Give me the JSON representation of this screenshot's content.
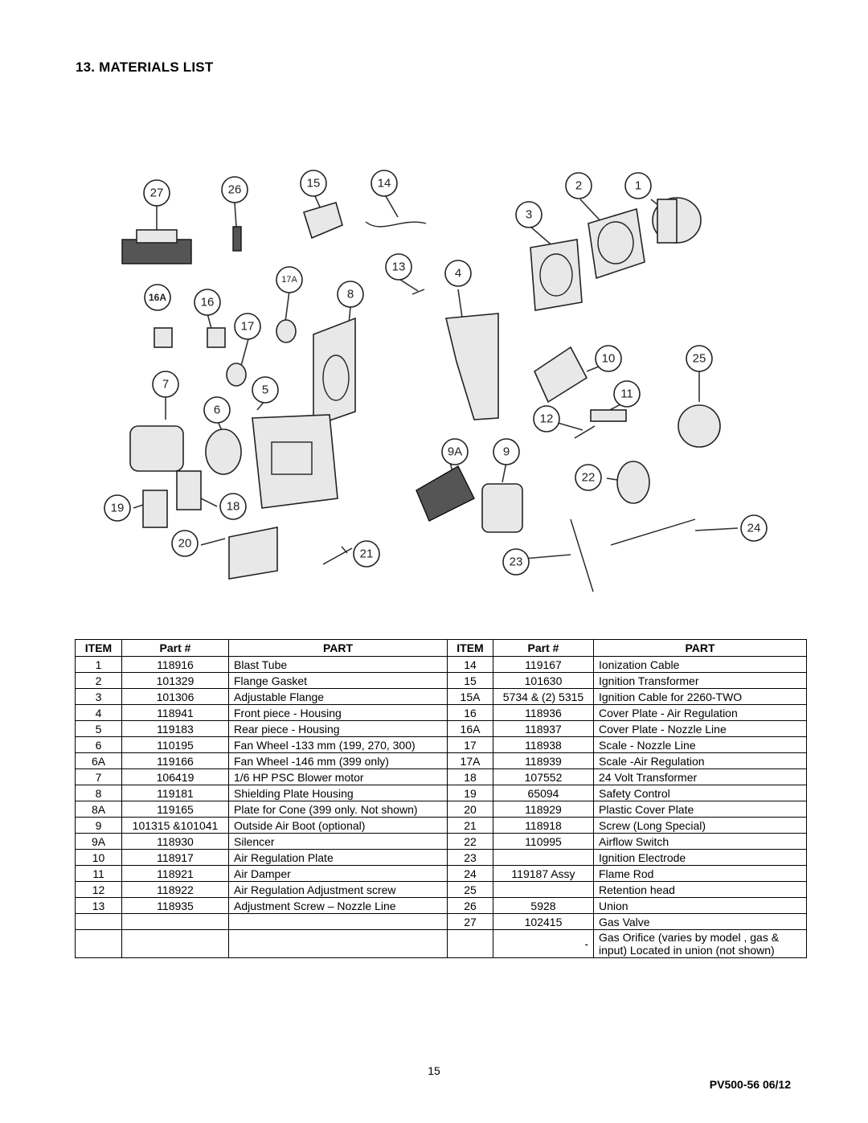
{
  "heading": "13. MATERIALS LIST",
  "diagram": {
    "callouts": [
      "27",
      "26",
      "15",
      "14",
      "2",
      "1",
      "3",
      "13",
      "17A",
      "4",
      "16A",
      "16",
      "8",
      "17",
      "10",
      "25",
      "7",
      "5",
      "11",
      "6",
      "12",
      "9A",
      "9",
      "22",
      "19",
      "18",
      "24",
      "20",
      "21",
      "23"
    ]
  },
  "table": {
    "headers": [
      "ITEM",
      "Part #",
      "PART",
      "ITEM",
      "Part #",
      "PART"
    ],
    "rows": [
      {
        "item1": "1",
        "part1": "118916",
        "desc1": "Blast Tube",
        "item2": "14",
        "part2": "119167",
        "desc2": "Ionization Cable"
      },
      {
        "item1": "2",
        "part1": "101329",
        "desc1": "Flange Gasket",
        "item2": "15",
        "part2": "101630",
        "desc2": "Ignition Transformer"
      },
      {
        "item1": "3",
        "part1": "101306",
        "desc1": "Adjustable Flange",
        "item2": "15A",
        "part2": "5734 & (2) 5315",
        "desc2": "Ignition Cable for 2260-TWO"
      },
      {
        "item1": "4",
        "part1": "118941",
        "desc1": "Front piece - Housing",
        "item2": "16",
        "part2": "118936",
        "desc2": "Cover Plate - Air Regulation"
      },
      {
        "item1": "5",
        "part1": "119183",
        "desc1": "Rear piece - Housing",
        "item2": "16A",
        "part2": "118937",
        "desc2": "Cover Plate - Nozzle Line"
      },
      {
        "item1": "6",
        "part1": "110195",
        "desc1": "Fan Wheel -133 mm (199, 270, 300)",
        "item2": "17",
        "part2": "118938",
        "desc2": "Scale - Nozzle Line"
      },
      {
        "item1": "6A",
        "part1": "119166",
        "desc1": "Fan Wheel -146 mm (399 only)",
        "item2": "17A",
        "part2": "118939",
        "desc2": "Scale -Air Regulation"
      },
      {
        "item1": "7",
        "part1": "106419",
        "desc1": "1/6 HP PSC Blower motor",
        "item2": "18",
        "part2": "107552",
        "desc2": "24 Volt Transformer"
      },
      {
        "item1": "8",
        "part1": "119181",
        "desc1": "Shielding Plate Housing",
        "item2": "19",
        "part2": "65094",
        "desc2": "Safety Control"
      },
      {
        "item1": "8A",
        "part1": "119165",
        "desc1": "Plate for Cone (399 only. Not shown)",
        "item2": "20",
        "part2": "118929",
        "desc2": "Plastic Cover Plate"
      },
      {
        "item1": "9",
        "part1": "101315 &101041",
        "desc1": "Outside Air Boot (optional)",
        "item2": "21",
        "part2": "118918",
        "desc2": "Screw (Long Special)"
      },
      {
        "item1": "9A",
        "part1": "118930",
        "desc1": "Silencer",
        "item2": "22",
        "part2": "110995",
        "desc2": "Airflow Switch"
      },
      {
        "item1": "10",
        "part1": "118917",
        "desc1": "Air Regulation Plate",
        "item2": "23",
        "part2": "",
        "desc2": "Ignition Electrode"
      },
      {
        "item1": "11",
        "part1": "118921",
        "desc1": "Air Damper",
        "item2": "24",
        "part2": "119187 Assy",
        "desc2": "Flame Rod"
      },
      {
        "item1": "12",
        "part1": "118922",
        "desc1": "Air Regulation Adjustment screw",
        "item2": "25",
        "part2": "",
        "desc2": "Retention head"
      },
      {
        "item1": "13",
        "part1": "118935",
        "desc1": "Adjustment Screw – Nozzle Line",
        "item2": "26",
        "part2": "5928",
        "desc2": "Union"
      },
      {
        "item1": "",
        "part1": "",
        "desc1": "",
        "item2": "27",
        "part2": "102415",
        "desc2": "Gas Valve"
      },
      {
        "item1": "",
        "part1": "",
        "desc1": "",
        "item2": "",
        "part2": "-",
        "desc2": "Gas Orifice (varies by model , gas & input) Located in union (not shown)"
      }
    ]
  },
  "footer": {
    "page_number": "15",
    "doc_code": "PV500-56  06/12"
  }
}
